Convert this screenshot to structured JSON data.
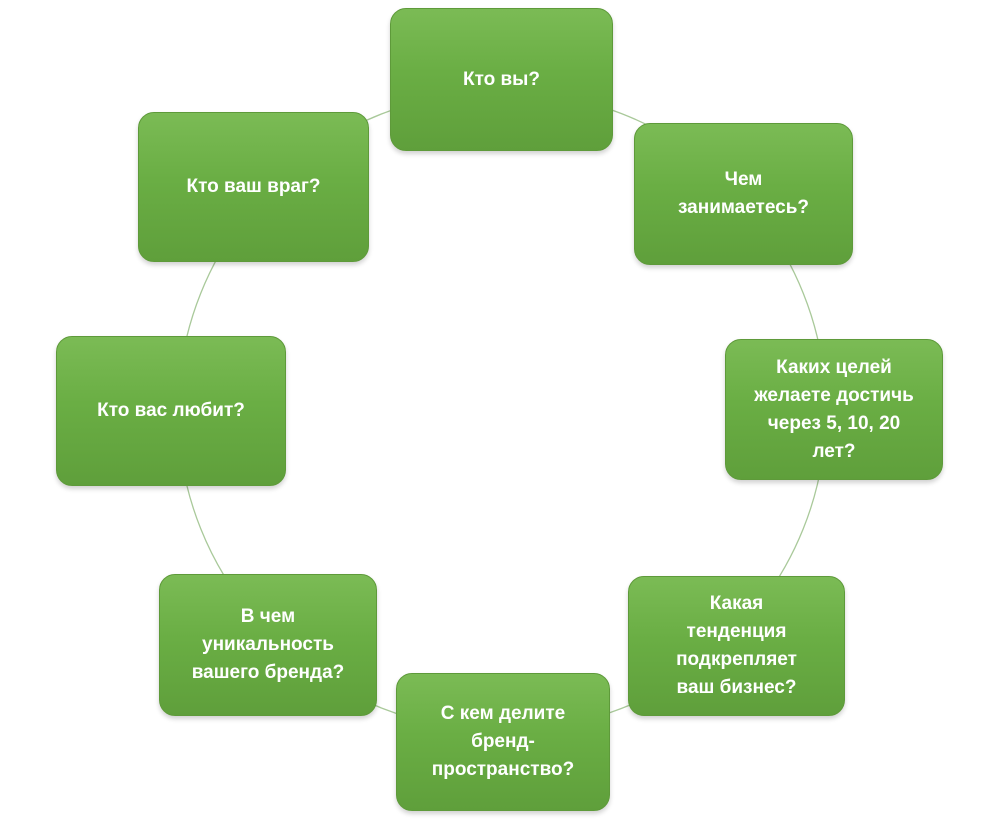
{
  "diagram": {
    "nodes": [
      {
        "id": "n1",
        "label": "Кто вы?"
      },
      {
        "id": "n2",
        "label": "Чем\nзанимаетесь?"
      },
      {
        "id": "n3",
        "label": "Каких целей\nжелаете достичь\nчерез 5, 10, 20\nлет?"
      },
      {
        "id": "n4",
        "label": "Какая\nтенденция\nподкрепляет\nваш бизнес?"
      },
      {
        "id": "n5",
        "label": "С кем делите\nбренд-\nпространство?"
      },
      {
        "id": "n6",
        "label": "В чем\nуникальность\nвашего бренда?"
      },
      {
        "id": "n7",
        "label": "Кто вас любит?"
      },
      {
        "id": "n8",
        "label": "Кто ваш враг?"
      }
    ],
    "colors": {
      "node_fill": "#6aae44",
      "node_text": "#ffffff",
      "connector": "#a9c99a"
    }
  }
}
